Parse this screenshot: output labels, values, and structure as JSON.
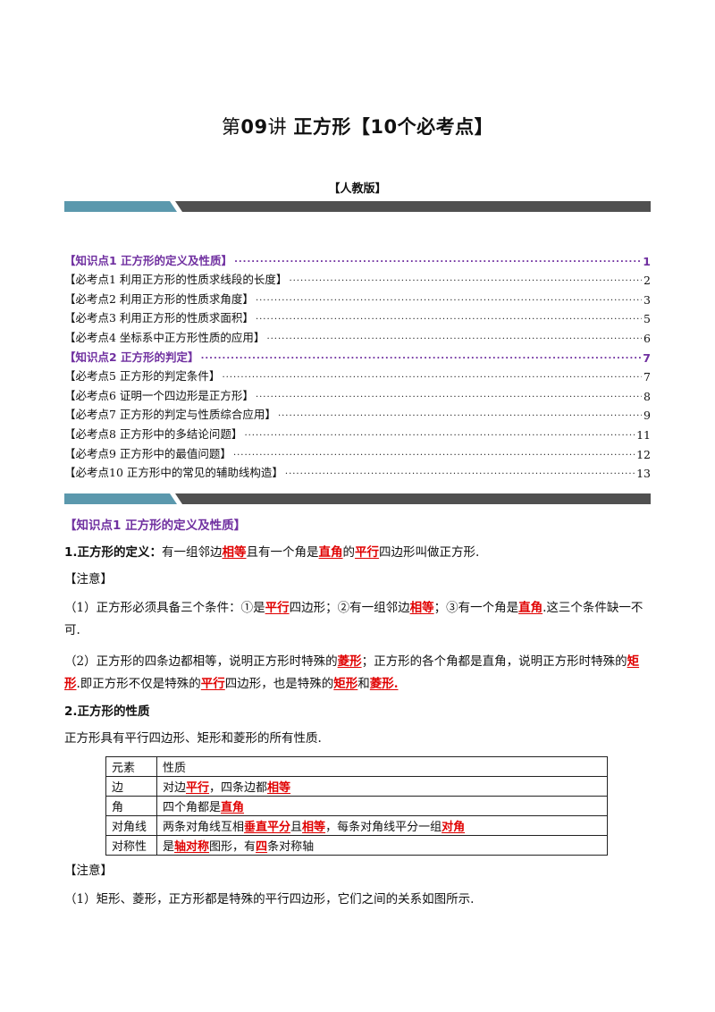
{
  "title": {
    "prefix": "第",
    "num": "09",
    "mid": "讲 ",
    "bold": "正方形【10个必考点】"
  },
  "edition": "【人教版】",
  "colors": {
    "teal": "#5b98ad",
    "gray": "#505050",
    "purple": "#7030a0",
    "red": "#e00000"
  },
  "toc": [
    {
      "kind": "knowledge",
      "label": "【知识点1   正方形的定义及性质】",
      "page": "1"
    },
    {
      "kind": "point",
      "label": "【必考点1   利用正方形的性质求线段的长度】",
      "page": "2"
    },
    {
      "kind": "point",
      "label": "【必考点2   利用正方形的性质求角度】",
      "page": "3"
    },
    {
      "kind": "point",
      "label": "【必考点3   利用正方形的性质求面积】",
      "page": "5"
    },
    {
      "kind": "point",
      "label": "【必考点4   坐标系中正方形性质的应用】",
      "page": "6"
    },
    {
      "kind": "knowledge",
      "label": "【知识点2   正方形的判定】",
      "page": "7"
    },
    {
      "kind": "point",
      "label": "【必考点5   正方形的判定条件】",
      "page": "7"
    },
    {
      "kind": "point",
      "label": "【必考点6   证明一个四边形是正方形】",
      "page": "8"
    },
    {
      "kind": "point",
      "label": "【必考点7   正方形的判定与性质综合应用】",
      "page": "9"
    },
    {
      "kind": "point",
      "label": "【必考点8   正方形中的多结论问题】",
      "page": "11"
    },
    {
      "kind": "point",
      "label": "【必考点9   正方形中的最值问题】",
      "page": "12"
    },
    {
      "kind": "point",
      "label": "【必考点10   正方形中的常见的辅助线构造】",
      "page": "13"
    }
  ],
  "section1": {
    "heading": "【知识点1   正方形的定义及性质】",
    "def": {
      "label": "1.正方形的定义：",
      "t1": "有一组邻边",
      "r1": "相等",
      "t2": "且有一个角是",
      "r2": "直角",
      "t3": "的",
      "r3": "平行",
      "t4": "四边形叫做正方形."
    },
    "note1": "【注意】",
    "n1": {
      "t1": "（1）正方形必须具备三个条件：①是",
      "r1": "平行",
      "t2": "四边形；②有一组邻边",
      "r2": "相等",
      "t3": "；③有一个角是",
      "r3": "直角",
      "t4": ".这三个条件缺一不可."
    },
    "n2": {
      "t1": "（2）正方形的四条边都相等，说明正方形时特殊的",
      "r1": "菱形",
      "t2": "；正方形的各个角都是直角，说明正方形时特殊的",
      "r2": "矩形",
      "t3": ".即正方形不仅是特殊的",
      "r3": "平行",
      "t4": "四边形，也是特殊的",
      "r4": "矩形",
      "t5": "和",
      "r5": "菱形."
    },
    "props_heading": "2.正方形的性质",
    "props_intro": "正方形具有平行四边形、矩形和菱形的所有性质.",
    "table": {
      "h1": "元素",
      "h2": "性质",
      "r1": {
        "c1": "边",
        "t1": "对边",
        "red1": "平行",
        "t2": "，四条边都",
        "red2": "相等"
      },
      "r2": {
        "c1": "角",
        "t1": "四个角都是",
        "red1": "直角"
      },
      "r3": {
        "c1": "对角线",
        "t1": "两条对角线互相",
        "red1": "垂直平分",
        "t2": "且",
        "red2": "相等",
        "t3": "，每条对角线平分一组",
        "red3": "对角"
      },
      "r4": {
        "c1": "对称性",
        "t1": "是",
        "red1": "轴对称",
        "t2": "图形，有",
        "red2": "四",
        "t3": "条对称轴"
      }
    },
    "note2": "【注意】",
    "n3": "（1）矩形、菱形，正方形都是特殊的平行四边形，它们之间的关系如图所示."
  }
}
